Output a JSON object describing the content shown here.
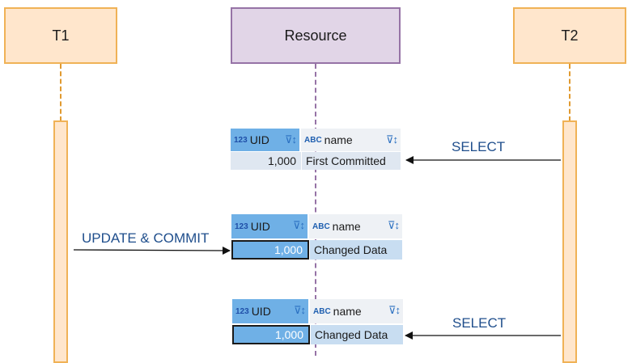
{
  "lanes": {
    "t1": "T1",
    "resource": "Resource",
    "t2": "T2"
  },
  "messages": {
    "select_first": "SELECT",
    "update_commit": "UPDATE & COMMIT",
    "select_second": "SELECT"
  },
  "grids": [
    {
      "uid_header": "UID",
      "name_header": "name",
      "uid_value": "1,000",
      "name_value": "First Committed"
    },
    {
      "uid_header": "UID",
      "name_header": "name",
      "uid_value": "1,000",
      "name_value": "Changed Data"
    },
    {
      "uid_header": "UID",
      "name_header": "name",
      "uid_value": "1,000",
      "name_value": "Changed Data"
    }
  ],
  "type_tags": {
    "numeric": "123",
    "text": "ABC"
  },
  "colors": {
    "transaction_fill": "#ffe6cc",
    "transaction_border": "#f0b256",
    "resource_fill": "#e1d5e7",
    "resource_border": "#9673a6",
    "label_text": "#1f4e8c",
    "selected_cell": "#6fb0e6"
  }
}
